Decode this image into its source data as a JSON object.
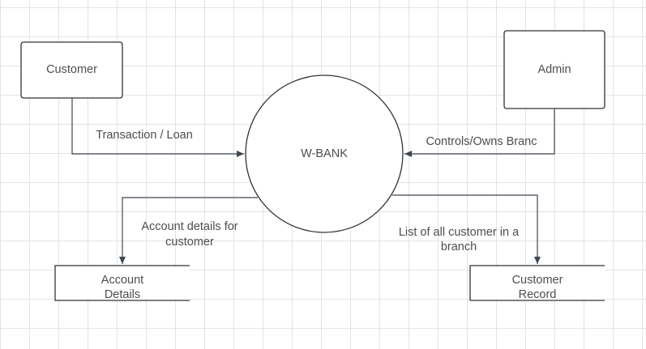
{
  "diagram": {
    "nodes": {
      "customer": {
        "label": "Customer"
      },
      "admin": {
        "label": "Admin"
      },
      "wbank": {
        "label": "W-BANK"
      },
      "account_details": {
        "label_line1": "Account",
        "label_line2": "Details"
      },
      "customer_record": {
        "label_line1": "Customer",
        "label_line2": "Record"
      }
    },
    "edges": {
      "customer_to_bank": {
        "label": "Transaction / Loan"
      },
      "admin_to_bank": {
        "label": "Controls/Owns Branc"
      },
      "bank_to_account_details": {
        "label_line1": "Account details for",
        "label_line2": "customer"
      },
      "bank_to_customer_record": {
        "label_line1": "List of all customer in a",
        "label_line2": "branch"
      }
    }
  }
}
